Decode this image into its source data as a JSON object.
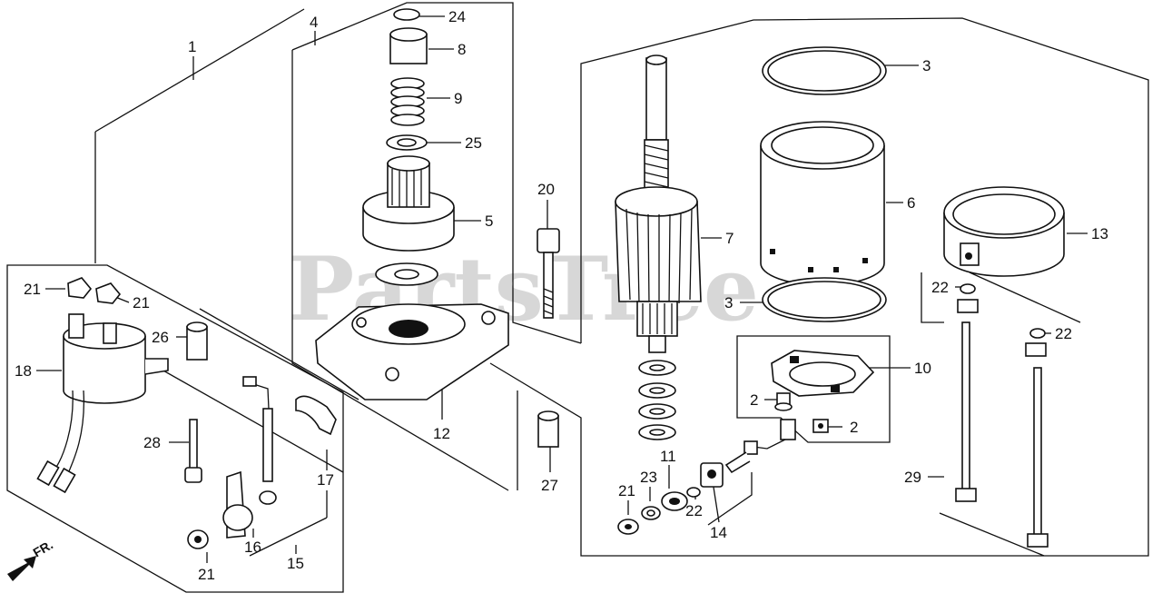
{
  "watermark": {
    "text": "PartsTree",
    "trademark": "TM"
  },
  "direction_marker": {
    "label": "FR."
  },
  "callouts": [
    {
      "id": "c1",
      "text": "1"
    },
    {
      "id": "c4",
      "text": "4"
    },
    {
      "id": "c24",
      "text": "24"
    },
    {
      "id": "c8",
      "text": "8"
    },
    {
      "id": "c9",
      "text": "9"
    },
    {
      "id": "c25",
      "text": "25"
    },
    {
      "id": "c5",
      "text": "5"
    },
    {
      "id": "c20",
      "text": "20"
    },
    {
      "id": "c7",
      "text": "7"
    },
    {
      "id": "c3a",
      "text": "3"
    },
    {
      "id": "c6",
      "text": "6"
    },
    {
      "id": "c13",
      "text": "13"
    },
    {
      "id": "c3b",
      "text": "3"
    },
    {
      "id": "c22a",
      "text": "22"
    },
    {
      "id": "c22b",
      "text": "22"
    },
    {
      "id": "c10",
      "text": "10"
    },
    {
      "id": "c2a",
      "text": "2"
    },
    {
      "id": "c2b",
      "text": "2"
    },
    {
      "id": "c21a",
      "text": "21"
    },
    {
      "id": "c21b",
      "text": "21"
    },
    {
      "id": "c26",
      "text": "26"
    },
    {
      "id": "c18",
      "text": "18"
    },
    {
      "id": "c28",
      "text": "28"
    },
    {
      "id": "c12",
      "text": "12"
    },
    {
      "id": "c27",
      "text": "27"
    },
    {
      "id": "c17",
      "text": "17"
    },
    {
      "id": "c16",
      "text": "16"
    },
    {
      "id": "c15",
      "text": "15"
    },
    {
      "id": "c21c",
      "text": "21"
    },
    {
      "id": "c11",
      "text": "11"
    },
    {
      "id": "c23",
      "text": "23"
    },
    {
      "id": "c21d",
      "text": "21"
    },
    {
      "id": "c22c",
      "text": "22"
    },
    {
      "id": "c14",
      "text": "14"
    },
    {
      "id": "c29",
      "text": "29"
    }
  ]
}
